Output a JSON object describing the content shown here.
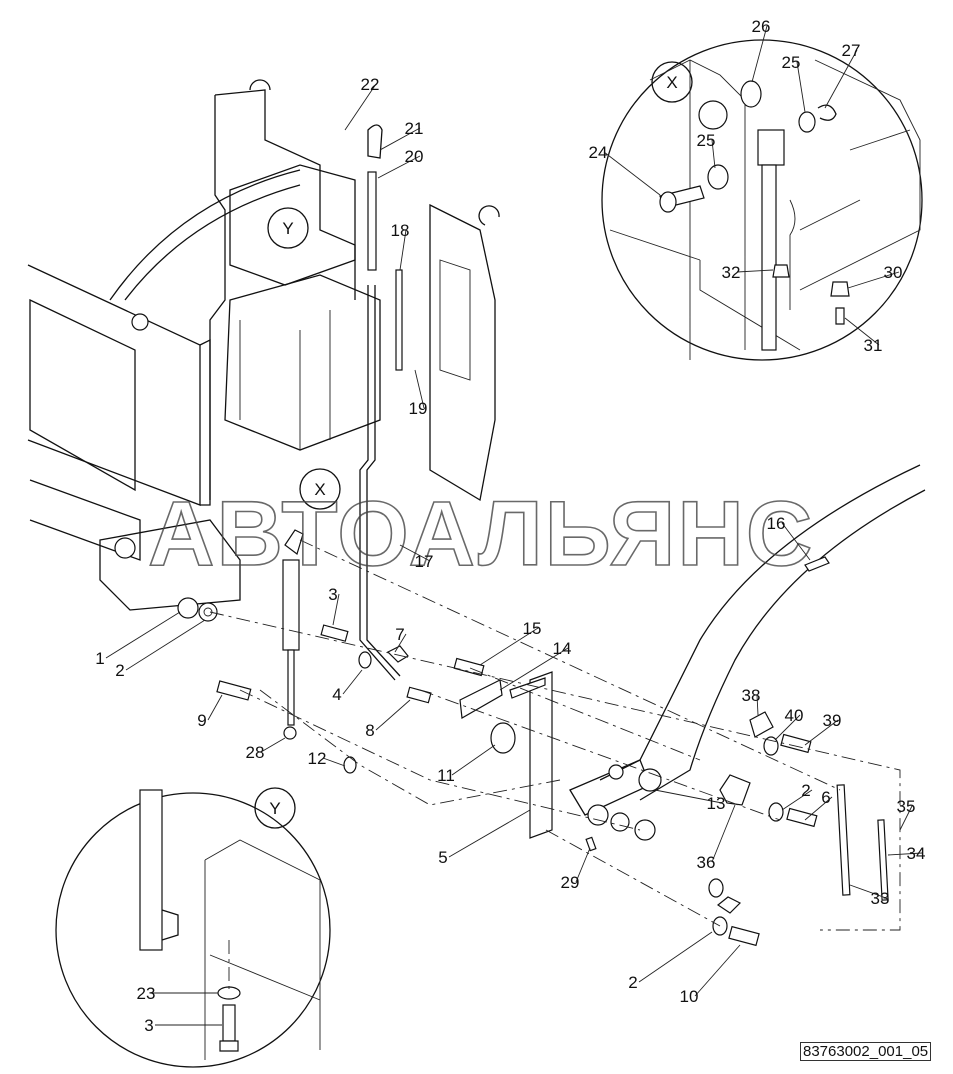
{
  "diagram": {
    "drawing_code": "83763002_001_05",
    "watermark": "АВТОАЛЬЯНС",
    "main_callouts": [
      "22",
      "21",
      "20",
      "18",
      "19",
      "16",
      "17",
      "3",
      "15",
      "14",
      "7",
      "4",
      "8",
      "9",
      "28",
      "12",
      "11",
      "1",
      "2",
      "5",
      "29",
      "13",
      "36",
      "38",
      "40",
      "39",
      "2",
      "6",
      "35",
      "34",
      "33",
      "2",
      "10"
    ],
    "detail_markers": [
      "Y",
      "X"
    ],
    "inset_x": {
      "marker": "X",
      "callouts": [
        "26",
        "25",
        "27",
        "25",
        "24",
        "32",
        "30",
        "31"
      ]
    },
    "inset_y": {
      "marker": "Y",
      "callouts": [
        "23",
        "3"
      ]
    }
  }
}
